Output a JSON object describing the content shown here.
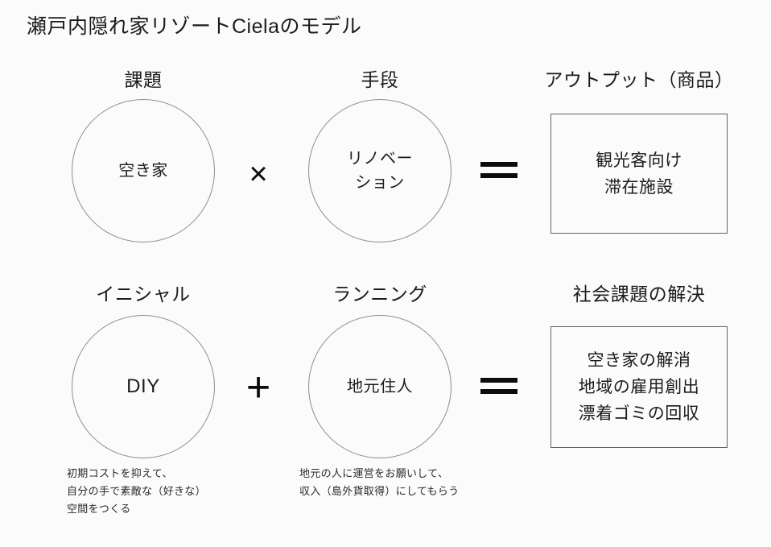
{
  "slide": {
    "title": "瀬戸内隠れ家リゾートCielaのモデル",
    "background_color": "#fbfbfb",
    "text_color": "#1b1b1b",
    "circle_stroke_color": "#8d8d8d",
    "box_stroke_color": "#636363"
  },
  "rows": [
    {
      "id": "output-row",
      "labels": {
        "first": "課題",
        "second": "手段",
        "result": "アウトプット（商品）"
      },
      "first_circle": "空き家",
      "operator": "×",
      "second_circle": "リノベー\nション",
      "equals": "=",
      "result_box": "観光客向け\n滞在施設",
      "notes": {
        "first": "",
        "second": ""
      }
    },
    {
      "id": "social-row",
      "labels": {
        "first": "イニシャル",
        "second": "ランニング",
        "result": "社会課題の解決"
      },
      "first_circle": "DIY",
      "operator": "+",
      "second_circle": "地元住人",
      "equals": "=",
      "result_box": "空き家の解消\n地域の雇用創出\n漂着ゴミの回収",
      "notes": {
        "first": "初期コストを抑えて、\n自分の手で素敵な（好きな）\n空間をつくる",
        "second": "地元の人に運営をお願いして、\n収入（島外貨取得）にしてもらう"
      }
    }
  ]
}
